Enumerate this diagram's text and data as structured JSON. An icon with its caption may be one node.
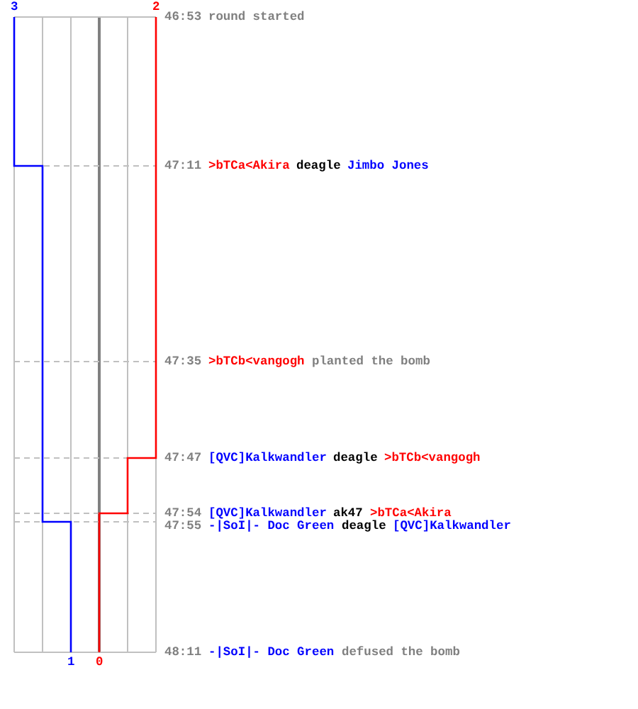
{
  "diagram": {
    "labels": [
      "3",
      "2",
      "46:53",
      "round started",
      "47:11",
      ">bTCa<Akira",
      "deagle",
      "Jimbo Jones",
      "47:35",
      ">bTCb<vangogh",
      "planted the bomb",
      "47:47",
      "[QVC]Kalkwandler",
      "deagle",
      ">bTCb<vangogh",
      "47:54",
      "[QVC]Kalkwandler",
      "ak47",
      ">bTCa<Akira",
      "47:55",
      "-|SoI|- Doc Green",
      "deagle",
      "[QVC]Kalkwandler",
      "48:11",
      "-|SoI|- Doc Green",
      "defused the bomb",
      "1",
      "0"
    ]
  }
}
